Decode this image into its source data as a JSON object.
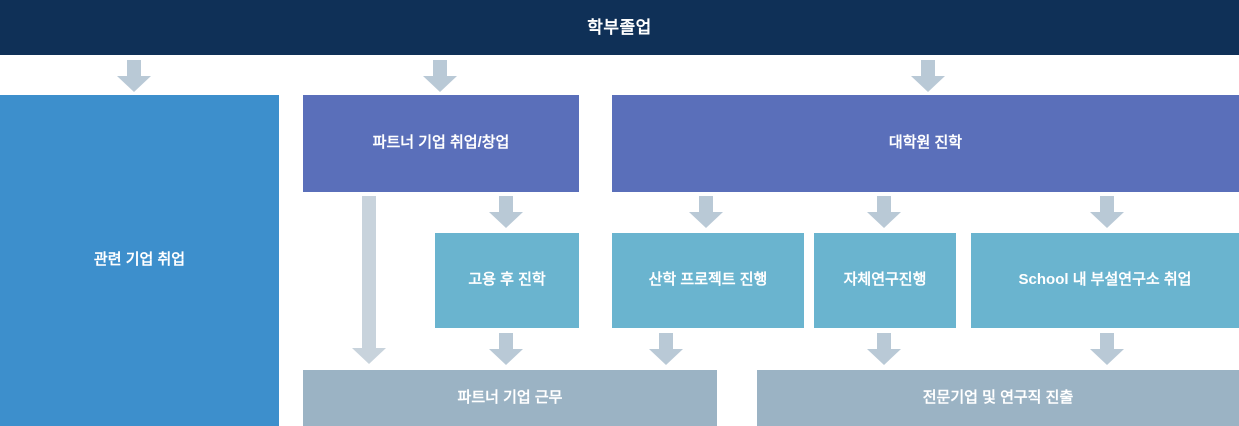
{
  "diagram": {
    "title": "학부졸업",
    "colors": {
      "title_bg": "#0f3057",
      "level1_bg": "#5a6fba",
      "left_bg": "#3d8fcc",
      "level2_bg": "#6ab4cf",
      "level3_bg": "#9bb3c4",
      "arrow": "#b9c9d6",
      "long_arrow": "#c8d3dc"
    },
    "boxes": {
      "left_track": "관련 기업 취업",
      "partner_employment": "파트너 기업 취업/창업",
      "grad_school": "대학원 진학",
      "employ_then_study": "고용 후 진학",
      "industry_project": "산학 프로젝트 진행",
      "own_research": "자체연구진행",
      "school_institute": "School 내 부설연구소 취업",
      "partner_work": "파트너 기업 근무",
      "specialized_career": "전문기업 및 연구직 진출"
    }
  }
}
